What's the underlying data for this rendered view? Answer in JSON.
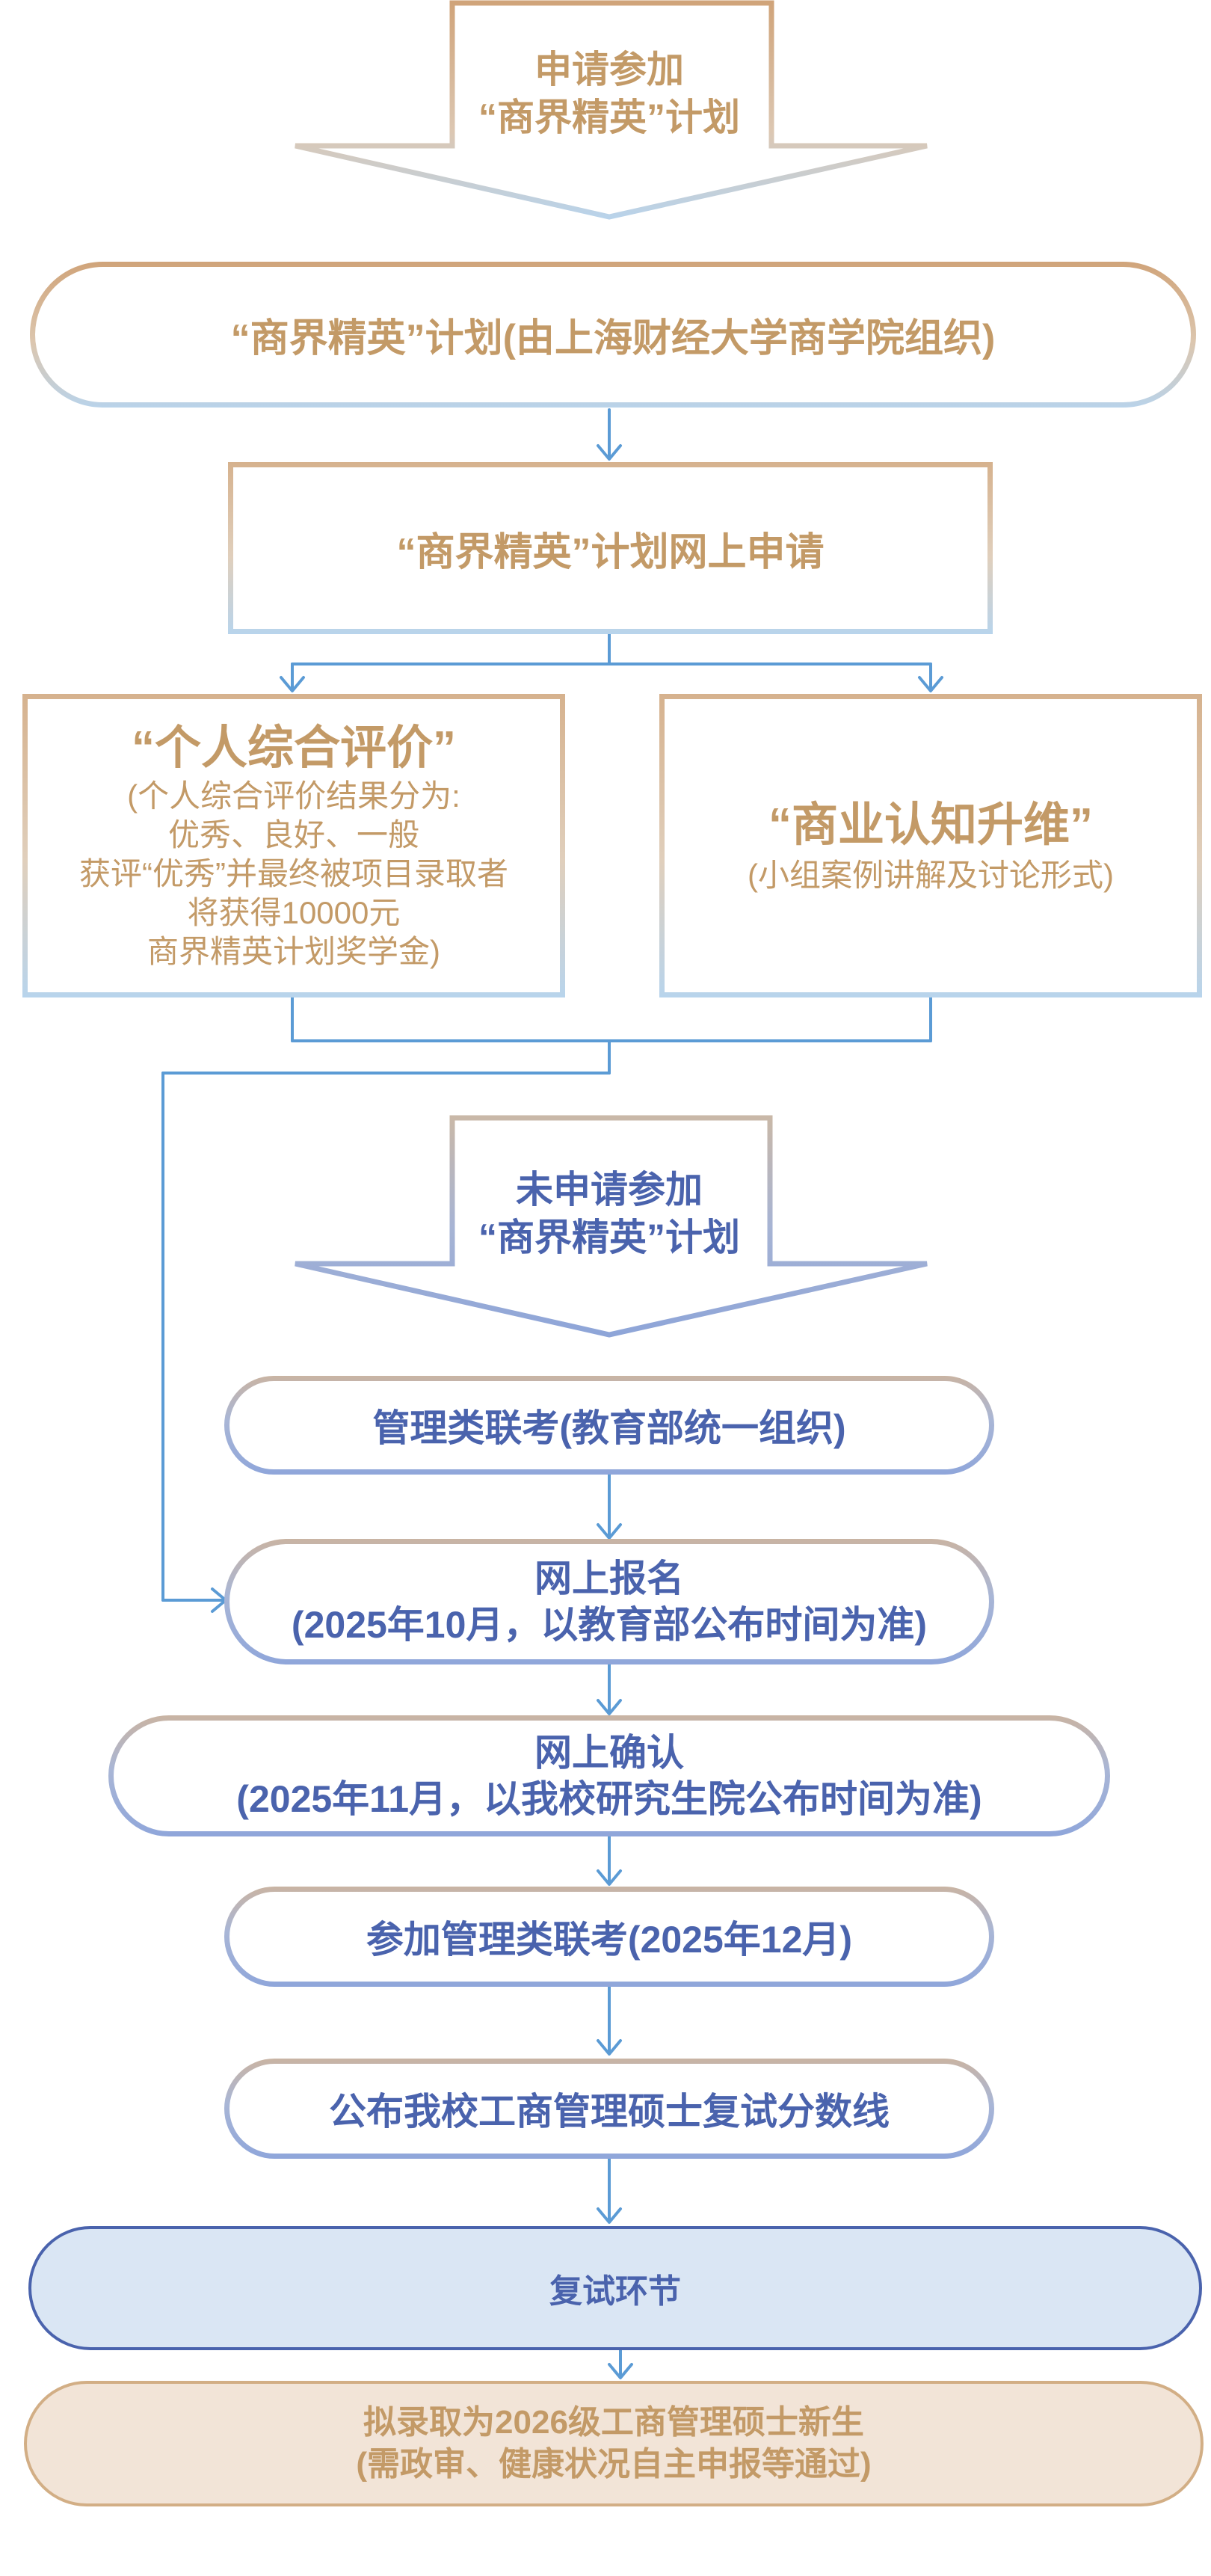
{
  "top_arrow": {
    "line1": "申请参加",
    "line2": "“商界精英”计划"
  },
  "org_box": {
    "text": "“商界精英”计划(由上海财经大学商学院组织)"
  },
  "online_apply": {
    "text": "“商界精英”计划网上申请"
  },
  "personal_eval": {
    "title": "“个人综合评价”",
    "lines": [
      "(个人综合评价结果分为:",
      "优秀、良好、一般",
      "获评“优秀”并最终被项目录取者",
      "将获得10000元",
      "商界精英计划奖学金)"
    ]
  },
  "business_cognition": {
    "title": "“商业认知升维”",
    "subtitle": "(小组案例讲解及讨论形式)"
  },
  "mid_arrow": {
    "line1": "未申请参加",
    "line2": "“商界精英”计划"
  },
  "steps": [
    {
      "text": "管理类联考(教育部统一组织)"
    },
    {
      "line1": "网上报名",
      "line2": "(2025年10月，以教育部公布时间为准)"
    },
    {
      "line1": "网上确认",
      "line2": "(2025年11月，以我校研究生院公布时间为准)"
    },
    {
      "text": "参加管理类联考(2025年12月)"
    },
    {
      "text": "公布我校工商管理硕士复试分数线"
    }
  ],
  "retest": {
    "text": "复试环节"
  },
  "admission": {
    "line1": "拟录取为2026级工商管理硕士新生",
    "line2": "(需政审、健康状况自主申报等通过)"
  },
  "colors": {
    "gold": "#c39a67",
    "blue": "#4a63ad",
    "connector": "#5b9bd5",
    "retest_fill": "#dae6f4",
    "admission_fill": "#f2e4d7"
  }
}
